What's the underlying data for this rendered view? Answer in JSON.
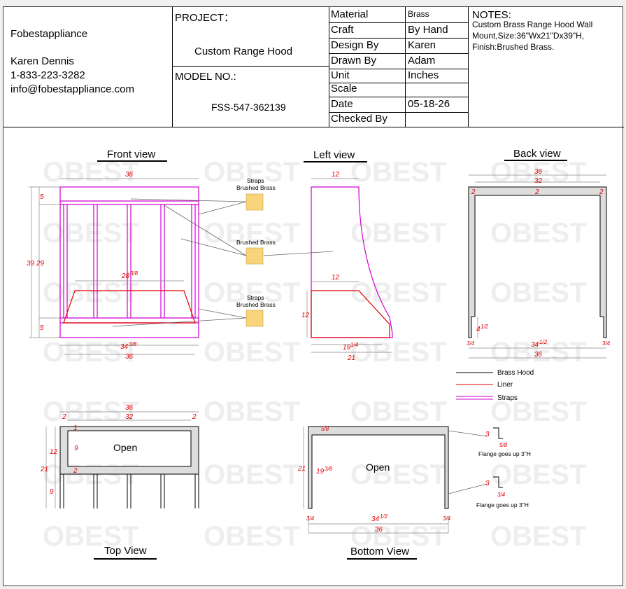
{
  "company": {
    "name": "Fobestappliance",
    "contact_name": "Karen Dennis",
    "phone": "1-833-223-3282",
    "email": "info@fobestappliance.com"
  },
  "project": {
    "label": "PROJECT：",
    "value": "Custom Range Hood",
    "model_label": "MODEL NO.:",
    "model_value": "FSS-547-362139"
  },
  "specs": [
    {
      "label": "Material",
      "value": "Brass"
    },
    {
      "label": "Craft",
      "value": "By Hand"
    },
    {
      "label": "Design By",
      "value": "Karen"
    },
    {
      "label": "Drawn By",
      "value": "Adam"
    },
    {
      "label": "Unit",
      "value": "Inches"
    },
    {
      "label": "Scale",
      "value": ""
    },
    {
      "label": "Date",
      "value": "05-18-26"
    },
    {
      "label": "Checked By",
      "value": ""
    }
  ],
  "notes": {
    "label": "NOTES:",
    "lines": [
      "Custom Brass Range Hood Wall",
      "Mount,Size:36\"Wx21\"Dx39\"H,",
      "Finish:Brushed Brass."
    ]
  },
  "views": {
    "front": "Front view",
    "left": "Left view",
    "back": "Back view",
    "top": "Top View",
    "bottom": "Bottom View"
  },
  "watermark": "OBEST",
  "callouts": {
    "straps_1": "Straps",
    "brushed_brass_1": "Brushed Brass",
    "brushed_brass_2": "Brushed Brass",
    "straps_3": "Straps",
    "brushed_brass_3": "Brushed Brass",
    "flange_1": "Flange goes up 3\"H",
    "flange_2": "Flange goes up 3\"H",
    "open_top": "Open",
    "open_bottom": "Open"
  },
  "legend": [
    {
      "label": "Brass Hood",
      "color": "#000000"
    },
    {
      "label": "Liner",
      "color": "#e00000"
    },
    {
      "label": "Straps",
      "color": "#d000d0"
    }
  ],
  "colors": {
    "dimension": "#e00000",
    "strap": "#d000d0",
    "liner": "#e00000",
    "brass_swatch": "#f9d47a",
    "wall_fill": "#dddddd"
  },
  "dims": {
    "front_w_top": "36",
    "front_h": "39",
    "front_h2": "29",
    "front_top": "5",
    "front_bot": "5",
    "front_liner": "28",
    "front_liner_frac": "3/8",
    "front_bot_w": "34",
    "front_bot_frac": "3/8",
    "front_w_bot": "36",
    "left_top": "12",
    "left_mid": "12",
    "left_h": "12",
    "left_bot": "19",
    "left_bot_frac": "1/4",
    "left_w": "21",
    "back_w": "36",
    "back_inner": "32",
    "back_l": "2",
    "back_m": "2",
    "back_r": "2",
    "back_foot": "4",
    "back_foot_frac": "1/2",
    "back_fl": "3/4",
    "back_mid": "34",
    "back_mid_frac": "1/2",
    "back_fr": "3/4",
    "back_w2": "36",
    "top_w": "36",
    "top_inner": "32",
    "top_l": "2",
    "top_r": "2",
    "top_d1": "1",
    "top_d2": "2",
    "top_12": "12",
    "top_9a": "9",
    "top_21": "21",
    "top_9b": "9",
    "bot_frac": "5/8",
    "bot_21": "21",
    "bot_19": "19",
    "bot_19_frac": "3/8",
    "bot_l": "3/4",
    "bot_mid": "34",
    "bot_mid_frac": "1/2",
    "bot_r": "3/4",
    "bot_w": "36",
    "fl1_h": "3",
    "fl1_w": "5/8",
    "fl2_h": "3",
    "fl2_w": "3/4"
  }
}
